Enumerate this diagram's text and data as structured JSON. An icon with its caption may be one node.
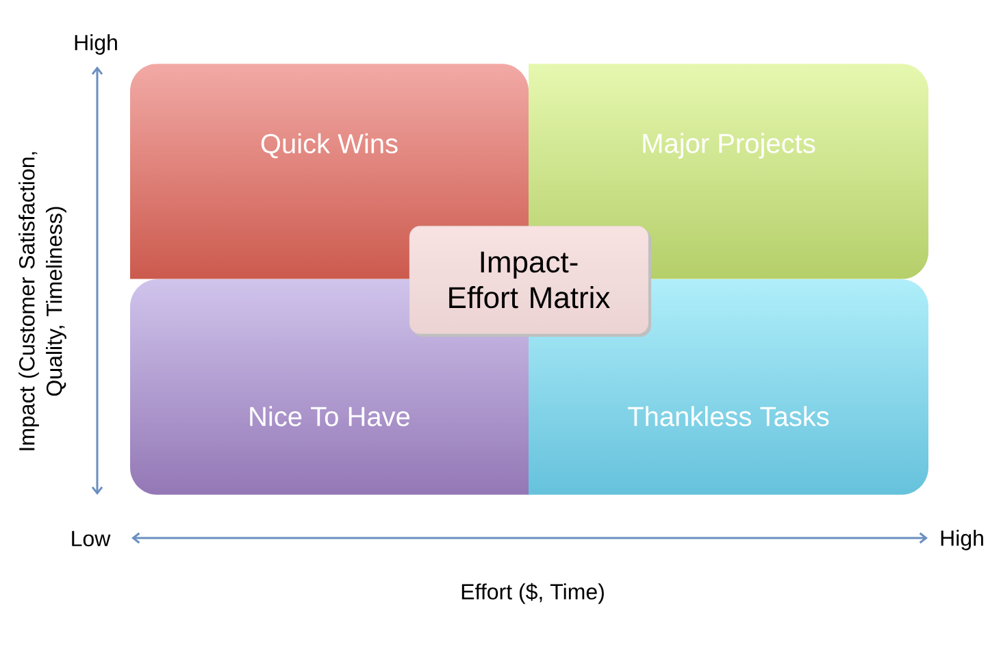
{
  "diagram": {
    "nodes": [
      {
        "text": [
          "Quick Wins"
        ]
      },
      {
        "text": [
          "Major Projects"
        ]
      },
      {
        "text": [
          "Nice To Have"
        ]
      },
      {
        "text": [
          "Thankless Tasks"
        ]
      },
      {
        "text": [
          "Impact-Effort Matrix"
        ]
      }
    ],
    "labels": [
      "High",
      "Impact (Customer Satisfaction, Quality, Timeliness)",
      "Low",
      "High",
      "Effort ($, Time)"
    ]
  }
}
